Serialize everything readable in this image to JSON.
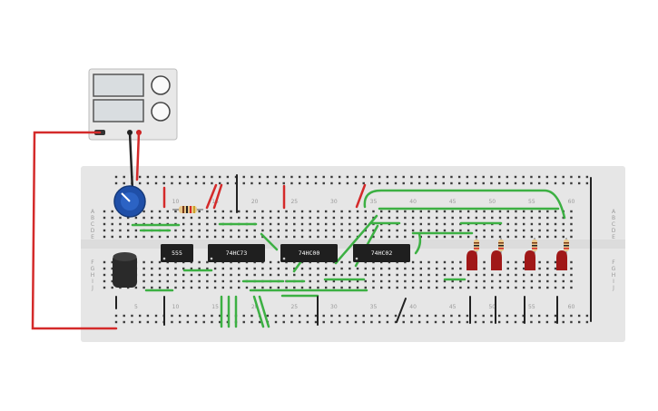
{
  "chips": [
    {
      "label": "555"
    },
    {
      "label": "74HC73"
    },
    {
      "label": "74HC00"
    },
    {
      "label": "74HC02"
    }
  ],
  "column_numbers": [
    "5",
    "10",
    "15",
    "20",
    "25",
    "30",
    "35",
    "40",
    "45",
    "50",
    "55",
    "60"
  ],
  "row_letters_top": [
    "A",
    "B",
    "C",
    "D",
    "E"
  ],
  "row_letters_bottom": [
    "F",
    "G",
    "H",
    "I",
    "J"
  ],
  "colors": {
    "board": "#e6e6e6",
    "hole": "#3a3a3a",
    "wire_green": "#3cb043",
    "wire_red": "#d42a2a",
    "wire_black": "#222222",
    "chip": "#1f1f1f",
    "led": "#a01818"
  }
}
